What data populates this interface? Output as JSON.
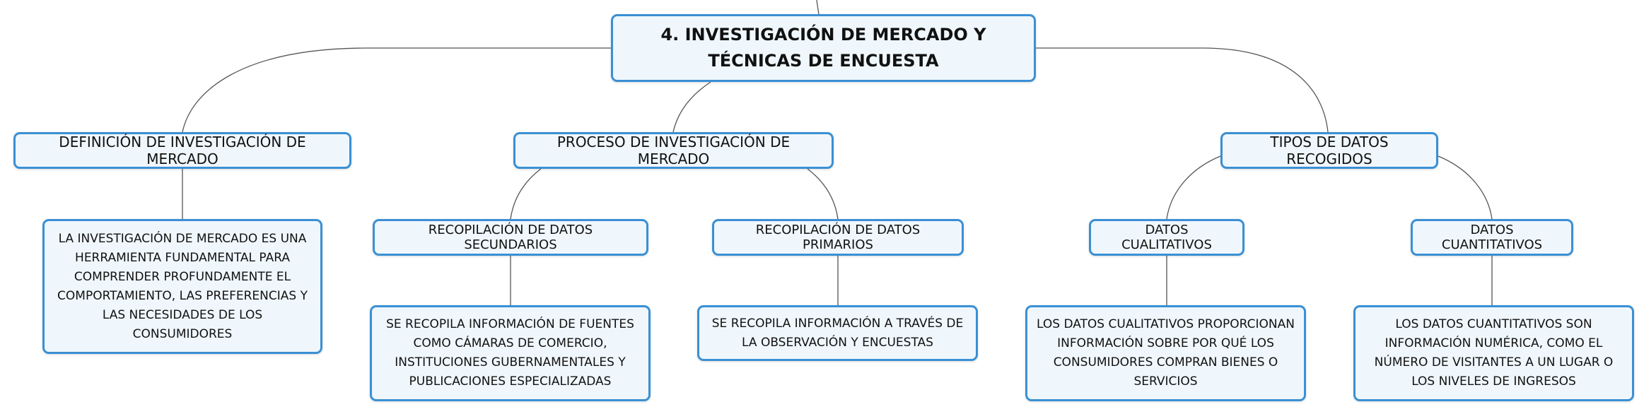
{
  "root": {
    "label": "4. INVESTIGACIÓN DE MERCADO Y TÉCNICAS DE ENCUESTA"
  },
  "definicion": {
    "label": "DEFINICIÓN DE INVESTIGACIÓN DE MERCADO",
    "detail": "LA INVESTIGACIÓN DE MERCADO ES UNA HERRAMIENTA FUNDAMENTAL PARA COMPRENDER PROFUNDAMENTE EL COMPORTAMIENTO, LAS PREFERENCIAS Y LAS NECESIDADES DE LOS CONSUMIDORES"
  },
  "proceso": {
    "label": "PROCESO DE INVESTIGACIÓN DE MERCADO",
    "secundarios": {
      "label": "RECOPILACIÓN DE DATOS SECUNDARIOS",
      "detail": "SE RECOPILA INFORMACIÓN DE FUENTES COMO CÁMARAS DE COMERCIO, INSTITUCIONES GUBERNAMENTALES Y PUBLICACIONES ESPECIALIZADAS"
    },
    "primarios": {
      "label": "RECOPILACIÓN DE DATOS PRIMARIOS",
      "detail": "SE RECOPILA INFORMACIÓN A TRAVÉS DE LA OBSERVACIÓN Y ENCUESTAS"
    }
  },
  "tipos": {
    "label": "TIPOS DE DATOS RECOGIDOS",
    "cualitativos": {
      "label": "DATOS CUALITATIVOS",
      "detail": "LOS DATOS CUALITATIVOS PROPORCIONAN INFORMACIÓN SOBRE POR QUÉ LOS CONSUMIDORES COMPRAN BIENES O SERVICIOS"
    },
    "cuantitativos": {
      "label": "DATOS CUANTITATIVOS",
      "detail": "LOS DATOS CUANTITATIVOS SON INFORMACIÓN NUMÉRICA, COMO EL NÚMERO DE VISITANTES A UN LUGAR O LOS NIVELES DE INGRESOS"
    }
  },
  "colors": {
    "border": "#3a90d4",
    "fill": "#eff7fd",
    "connector": "#555555"
  }
}
